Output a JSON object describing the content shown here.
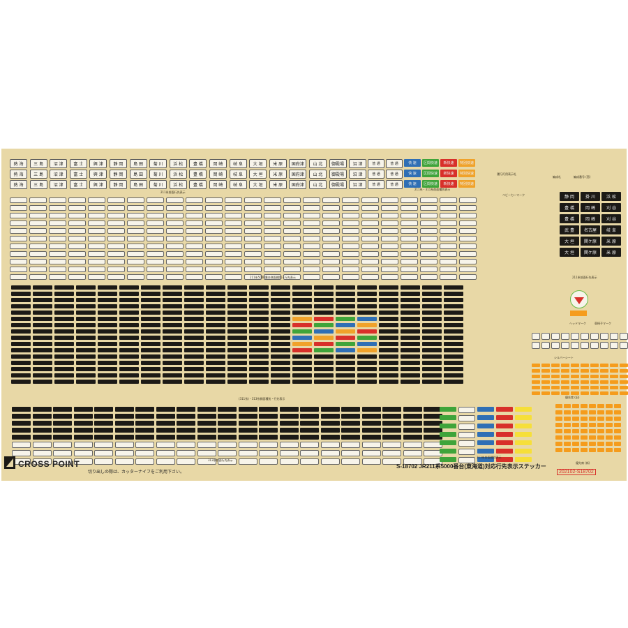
{
  "sheet": {
    "product_title": "S-18702 JR211系5000番台(東海道)対応行先表示ステッカー",
    "product_code": "202102-S18702",
    "brand": "CROSS POINT",
    "warning": "切り出しの際は、カッターナイフをご利用下さい。"
  },
  "stations_row": [
    "熱 海",
    "三 島",
    "沼 津",
    "富 士",
    "興 津",
    "静 岡",
    "島 田",
    "菊 川",
    "浜 松",
    "豊 橋",
    "岡 崎",
    "岐 阜",
    "大 垣",
    "米 原",
    "国府津",
    "山 北",
    "御殿場",
    "沼 津"
  ],
  "types_row": [
    "普 通",
    "普 通",
    "快 速",
    "区間快速",
    "新快速",
    "特別快速"
  ],
  "right_stations": [
    [
      "静 岡",
      "掛 川",
      "浜 松"
    ],
    [
      "豊 橋",
      "岡 崎",
      "刈 谷"
    ],
    [
      "豊 橋",
      "岡 崎",
      "刈 谷"
    ],
    [
      "武 豊",
      "名古屋",
      "岐 阜"
    ],
    [
      "大 垣",
      "関ケ原",
      "米 原"
    ],
    [
      "大 垣",
      "関ケ原",
      "米 原"
    ]
  ],
  "captions": {
    "c1": "211系前面行先表示",
    "c2": "211系・311系前面種別表示",
    "c3": "211系5000番台側面種別・行先表示",
    "c4": "211系前面行先表示",
    "c5": "(311系)・313系側面種別・行先表示",
    "c6": "313系前面行先表示",
    "c7": "313系前面種別表示",
    "c8": "ヘッドマーク",
    "c9": "運行灯",
    "c10": "編成札",
    "c11": "シルバーシート",
    "c12": "優先席 (旧)",
    "c13": "優先席 (新)",
    "c14": "運行灯用表示札",
    "c15": "ベビーカーマーク",
    "c16": "編成番号 (窓)",
    "c17": "車椅子マーク"
  },
  "colors": {
    "sheet": "#e8d8a6",
    "black": "#1c1a16",
    "green": "#3fa43a",
    "orange": "#f0a22a",
    "red": "#d8302a",
    "blue": "#2f6fb5"
  }
}
